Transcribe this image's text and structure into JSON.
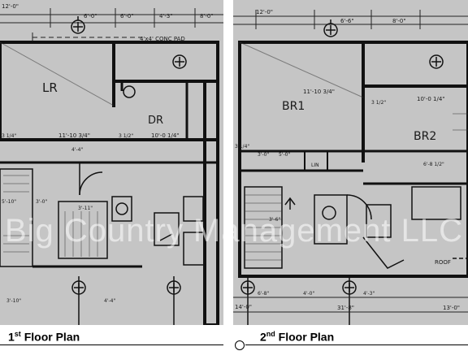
{
  "watermark": "Big Country Management LLC",
  "plan1": {
    "caption_num": "1",
    "caption_sup": "st",
    "caption_rest": " Floor Plan",
    "rooms": {
      "lr": "LR",
      "dr": "DR"
    },
    "notes": {
      "pad": "4'x4' CONC PAD"
    },
    "dims": {
      "top1": "6'-0\"",
      "top2": "6'-0\"",
      "top3": "4'-3\"",
      "top4": "8'-0\"",
      "left_top": "12'-0\"",
      "mid1": "11'-10 3/4\"",
      "mid2": "10'-0 1/4\"",
      "small1": "3 1/4\"",
      "small2": "3 1/2\"",
      "small3": "4'-4\"",
      "small4": "5'-10\"",
      "small5": "3'-0\"",
      "small6": "3'-11\"",
      "bottom1": "3'-10\"",
      "bottom2": "4'-4\""
    }
  },
  "plan2": {
    "caption_num": "2",
    "caption_sup": "nd",
    "caption_rest": " Floor Plan",
    "rooms": {
      "br1": "BR1",
      "br2": "BR2"
    },
    "notes": {
      "roof": "ROOF",
      "lin": "LIN"
    },
    "dims": {
      "top1": "12'-0\"",
      "top2": "6'-6\"",
      "top3": "8'-0\"",
      "mid1": "11'-10 3/4\"",
      "mid2": "10'-0 1/4\"",
      "small1": "3 1/4\"",
      "small2": "3'-0\"",
      "small3": "5'-0\"",
      "small4": "6'-8 1/2\"",
      "small5": "3'-6\"",
      "small6": "3 1/2\"",
      "bottom1": "14'-0\"",
      "bottom2": "6'-8\"",
      "bottom3": "4'-0\"",
      "bottom4": "4'-3\"",
      "bottom5": "31'-8\"",
      "bottom6": "13'-0\""
    }
  }
}
